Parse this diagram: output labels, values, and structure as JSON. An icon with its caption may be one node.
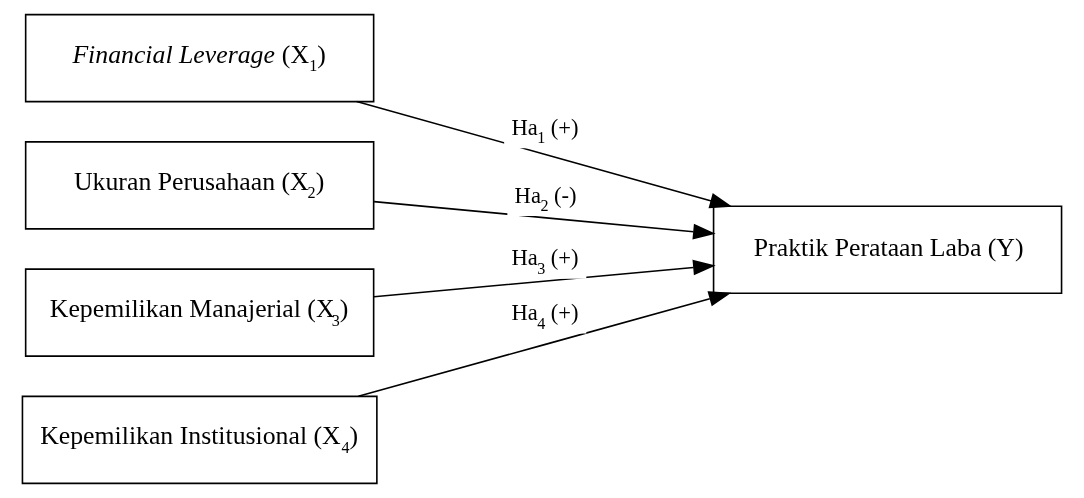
{
  "diagram": {
    "nodes": [
      {
        "text": [
          "*Financial Leverage* (X$_{1}$)"
        ]
      },
      {
        "text": [
          "Ukuran Perusahaan (X$_{2}$)"
        ]
      },
      {
        "text": [
          "Kepemilikan Manajerial (X$_{3}$)"
        ]
      },
      {
        "text": [
          "Kepemilikan Institusional (X$_{4}$)"
        ]
      },
      {
        "text": [
          "Praktik Perataan Laba (Y)"
        ]
      }
    ],
    "edges": [
      {
        "from": 0,
        "to": 4,
        "arrow": "to",
        "label": "Ha$_{1}$ (+)"
      },
      {
        "from": 1,
        "to": 4,
        "arrow": "to",
        "label": "Ha$_{2}$ (-)"
      },
      {
        "from": 2,
        "to": 4,
        "arrow": "to",
        "label": "Ha$_{3}$ (+)"
      },
      {
        "from": 3,
        "to": 4,
        "arrow": "to",
        "label": "Ha$_{4}$ (+)"
      }
    ]
  }
}
